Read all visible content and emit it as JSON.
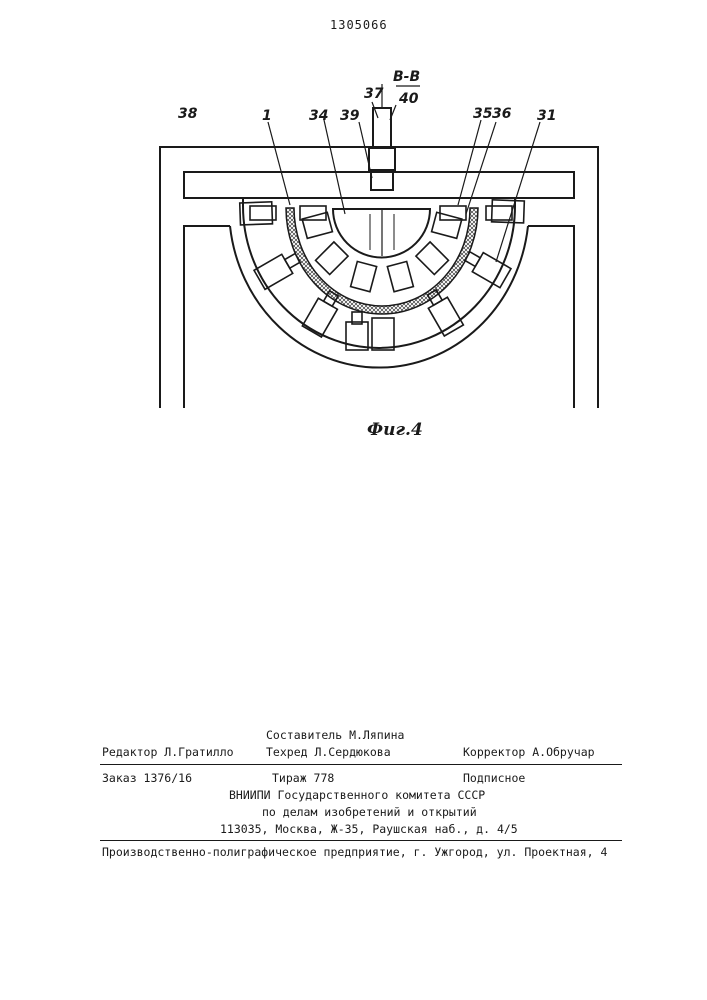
{
  "document_number": "1305066",
  "figure": {
    "caption": "Фиг.4",
    "section_label": "В-В",
    "labels": {
      "l37": "37",
      "l40": "40",
      "l38": "38",
      "l1": "1",
      "l34": "34",
      "l39": "39",
      "l35": "35",
      "l36": "36",
      "l31": "31"
    }
  },
  "imprint": {
    "compiler": "Составитель М.Ляпина",
    "editor": "Редактор Л.Гратилло",
    "techred": "Техред Л.Сердюкова",
    "corrector": "Корректор А.Обручар",
    "order": "Заказ 1376/16",
    "circulation": "Тираж 778",
    "subscription": "Подписное",
    "org_line1": "ВНИИПИ Государственного комитета СССР",
    "org_line2": "по делам изобретений и открытий",
    "address": "113035, Москва, Ж-35, Раушская наб., д. 4/5",
    "printer": "Производственно-полиграфическое предприятие, г. Ужгород, ул. Проектная, 4"
  }
}
